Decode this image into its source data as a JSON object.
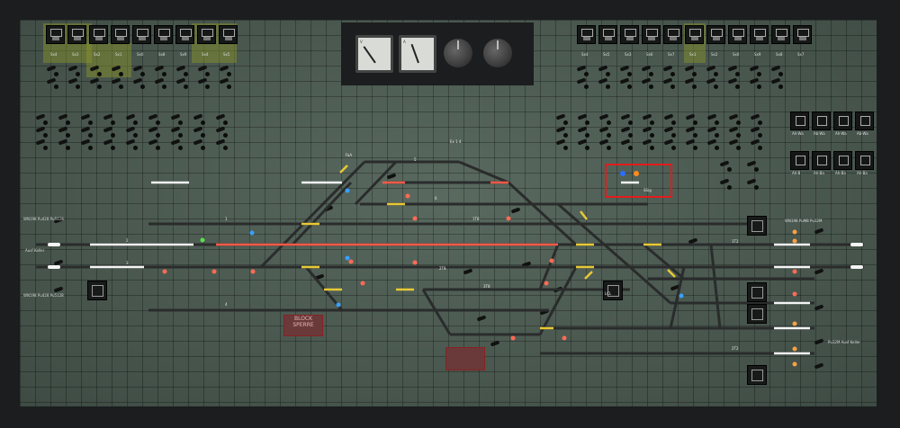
{
  "board": {
    "panel_titles": [
      "Ex 11 W7",
      "Ex 1 4"
    ],
    "blocked_sign_1": "BLOCK SPERRE",
    "blocked_sign_2": "",
    "center_label": "LCL",
    "selected_signal_label": "SSig"
  },
  "left_switches": [
    {
      "label": "Sx4"
    },
    {
      "label": "Sx3"
    },
    {
      "label": "Sx2"
    },
    {
      "label": "Sx1"
    },
    {
      "label": "Sx0"
    },
    {
      "label": "Sx8"
    },
    {
      "label": "Sx9"
    },
    {
      "label": "Sx4"
    },
    {
      "label": "Sx5"
    }
  ],
  "right_switches": [
    {
      "label": "Sx4"
    },
    {
      "label": "Sx5"
    },
    {
      "label": "Sx3"
    },
    {
      "label": "Sx6"
    },
    {
      "label": "Sx7"
    },
    {
      "label": "Sx1"
    },
    {
      "label": "Sx2"
    },
    {
      "label": "Sx0"
    },
    {
      "label": "Sx9"
    },
    {
      "label": "Sx8"
    },
    {
      "label": "Sx7"
    }
  ],
  "right_panel_switches": [
    {
      "label": "Ah-Wa"
    },
    {
      "label": "Ab-Wa"
    },
    {
      "label": "Ah-Wa"
    },
    {
      "label": "Ab-Wa"
    },
    {
      "label": "Ah-B"
    },
    {
      "label": "Ah-Ba"
    },
    {
      "label": "Ah-Ba"
    },
    {
      "label": "Ah-Ba"
    }
  ],
  "track_labels": [
    {
      "text": "FaA"
    },
    {
      "text": "1"
    },
    {
      "text": "2"
    },
    {
      "text": "3"
    },
    {
      "text": "4"
    },
    {
      "text": "5"
    },
    {
      "text": "6"
    },
    {
      "text": "1T8"
    },
    {
      "text": "2T8"
    },
    {
      "text": "3T8"
    },
    {
      "text": "1T2"
    },
    {
      "text": "2T2"
    }
  ],
  "end_labels": {
    "left_top": "WN198 Pu428 Pu5128",
    "left_mid": "Ausf Keller",
    "left_bottom": "WN198 Pu428 Pu5128",
    "right_top": "WN198 PuM8 Pu12M",
    "right_bottom": "Pu12M Ausf Keller"
  },
  "colors": {
    "board": "#49574f",
    "track": "#2a2c2c",
    "track_red": "#ff4b3a",
    "track_yellow": "#e8c836",
    "track_white": "#f4f4f4",
    "selection": "#e21c1c"
  }
}
